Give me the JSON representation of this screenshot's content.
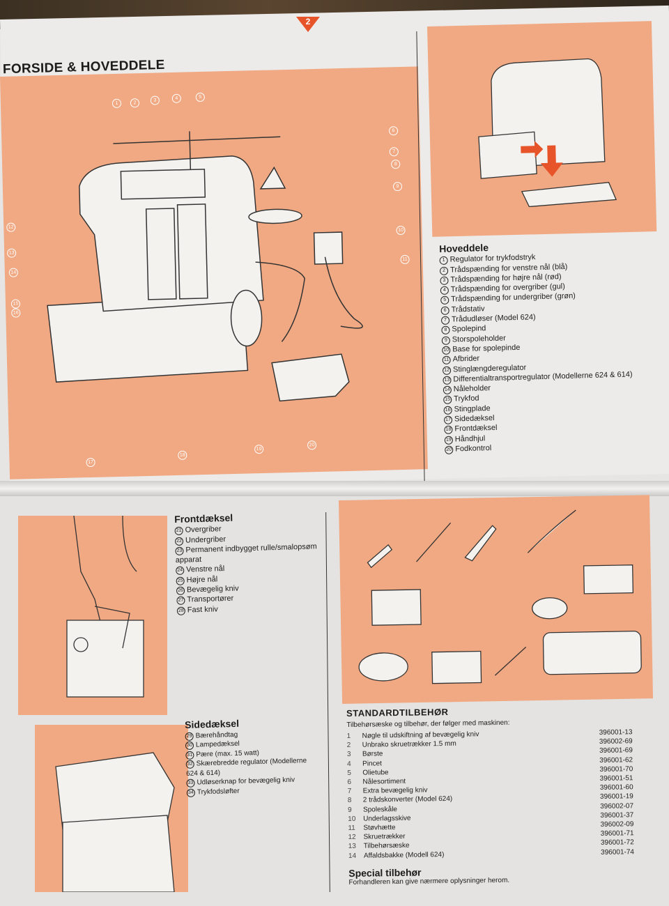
{
  "page_number": "2",
  "title": "FORSIDE & HOVEDDELE",
  "main_callouts": [
    "1",
    "2",
    "3",
    "4",
    "5",
    "6",
    "7",
    "8",
    "9",
    "10",
    "11",
    "12",
    "13",
    "14",
    "15",
    "16",
    "17",
    "18",
    "19",
    "20"
  ],
  "hoveddele": {
    "heading": "Hoveddele",
    "items": [
      {
        "n": "1",
        "label": "Regulator for trykfodstryk"
      },
      {
        "n": "2",
        "label": "Trådspænding for venstre nål (blå)"
      },
      {
        "n": "3",
        "label": "Trådspænding for højre nål (rød)"
      },
      {
        "n": "4",
        "label": "Trådspænding for overgriber (gul)"
      },
      {
        "n": "5",
        "label": "Trådspænding for undergriber (grøn)"
      },
      {
        "n": "6",
        "label": "Trådstativ"
      },
      {
        "n": "7",
        "label": "Trådudløser (Model 624)"
      },
      {
        "n": "8",
        "label": "Spolepind"
      },
      {
        "n": "9",
        "label": "Storspoleholder"
      },
      {
        "n": "10",
        "label": "Base for spolepinde"
      },
      {
        "n": "11",
        "label": "Afbrider"
      },
      {
        "n": "12",
        "label": "Stinglængderegulator"
      },
      {
        "n": "13",
        "label": "Differentialtransportregulator (Modellerne 624 & 614)"
      },
      {
        "n": "14",
        "label": "Nåleholder"
      },
      {
        "n": "15",
        "label": "Trykfod"
      },
      {
        "n": "16",
        "label": "Stingplade"
      },
      {
        "n": "17",
        "label": "Sidedæksel"
      },
      {
        "n": "18",
        "label": "Frontdæksel"
      },
      {
        "n": "19",
        "label": "Håndhjul"
      },
      {
        "n": "20",
        "label": "Fodkontrol"
      }
    ]
  },
  "frontdaeksel": {
    "heading": "Frontdæksel",
    "items": [
      {
        "n": "21",
        "label": "Overgriber"
      },
      {
        "n": "22",
        "label": "Undergriber"
      },
      {
        "n": "23",
        "label": "Permanent indbygget rulle/smalopsøm apparat"
      },
      {
        "n": "24",
        "label": "Venstre nål"
      },
      {
        "n": "25",
        "label": "Højre nål"
      },
      {
        "n": "26",
        "label": "Bevægelig kniv"
      },
      {
        "n": "27",
        "label": "Transportører"
      },
      {
        "n": "28",
        "label": "Fast kniv"
      }
    ]
  },
  "sidedaeksel": {
    "heading": "Sidedæksel",
    "items": [
      {
        "n": "29",
        "label": "Bærehåndtag"
      },
      {
        "n": "30",
        "label": "Lampedæksel"
      },
      {
        "n": "31",
        "label": "Pære (max. 15 watt)"
      },
      {
        "n": "32",
        "label": "Skærebredde regulator (Modellerne 624 & 614)"
      },
      {
        "n": "33",
        "label": "Udløserknap for bevægelig kniv"
      },
      {
        "n": "34",
        "label": "Trykfodsløfter"
      }
    ]
  },
  "standardtilbehor": {
    "heading": "STANDARDTILBEHØR",
    "intro": "Tilbehørsæske og tilbehør, der følger med maskinen:",
    "items": [
      {
        "n": "1",
        "label": "Nøgle til udskiftning af bevægelig kniv",
        "code": "396001-13"
      },
      {
        "n": "2",
        "label": "Unbrako skruetrækker 1.5 mm",
        "code": "396002-69"
      },
      {
        "n": "3",
        "label": "Børste",
        "code": "396001-69"
      },
      {
        "n": "4",
        "label": "Pincet",
        "code": "396001-62"
      },
      {
        "n": "5",
        "label": "Olietube",
        "code": "396001-70"
      },
      {
        "n": "6",
        "label": "Nålesortiment",
        "code": "396001-51"
      },
      {
        "n": "7",
        "label": "Extra bevægelig kniv",
        "code": "396001-60"
      },
      {
        "n": "8",
        "label": "2 trådskonverter (Model 624)",
        "code": "396001-19"
      },
      {
        "n": "9",
        "label": "Spoleskåle",
        "code": "396002-07"
      },
      {
        "n": "10",
        "label": "Underlagsskive",
        "code": "396001-37"
      },
      {
        "n": "11",
        "label": "Støvhætte",
        "code": "396002-09"
      },
      {
        "n": "12",
        "label": "Skruetrækker",
        "code": "396001-71"
      },
      {
        "n": "13",
        "label": "Tilbehørsæske",
        "code": "396001-72"
      },
      {
        "n": "14",
        "label": "Affaldsbakke (Modell 624)",
        "code": "396001-74"
      }
    ],
    "special_heading": "Special tilbehør",
    "special_text": "Forhandleren kan give nærmere oplysninger herom."
  },
  "colors": {
    "panel": "#f1a983",
    "badge": "#e8542a"
  }
}
